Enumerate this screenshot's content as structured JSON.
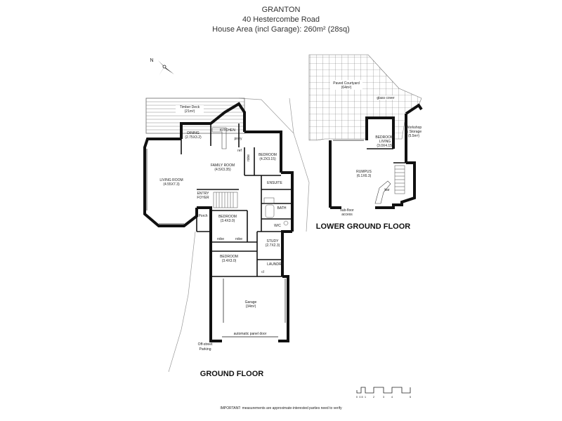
{
  "header": {
    "suburb": "GRANTON",
    "address": "40 Hestercombe Road",
    "area": "House Area (incl Garage): 260m² (28sq)"
  },
  "compass": {
    "label": "N"
  },
  "ground_floor": {
    "title": "GROUND FLOOR",
    "timber_deck": {
      "name": "Timber Deck",
      "size": "(21m²)"
    },
    "dining": {
      "name": "DINING",
      "size": "(2.75X3.2)"
    },
    "kitchen": {
      "name": "KITCHEN"
    },
    "pntry": "pntry",
    "ref": "ref",
    "robe_master": "robe",
    "bedroom_master": {
      "name": "BEDROOM",
      "size": "(4.2X3.15)"
    },
    "family_room": {
      "name": "FAMILY ROOM",
      "size": "(4.5X3.35)"
    },
    "living_room": {
      "name": "LIVING ROOM",
      "size": "(4.55X7.3)"
    },
    "entry_foyer": {
      "line1": "ENTRY",
      "line2": "FOYER"
    },
    "ensuite": "ENSUITE",
    "bath": "BATH",
    "wc": "W/C",
    "porch": "Porch",
    "bedroom_2": {
      "name": "BEDROOM",
      "size": "(3.4X3.0)"
    },
    "robe_a": "robe",
    "robe_b": "robe",
    "study": {
      "name": "STUDY",
      "size": "(2.7X2.3)"
    },
    "bedroom_3": {
      "name": "BEDROOM",
      "size": "(3.4X3.0)"
    },
    "laundry": "LAUNDRY",
    "cl": "cl",
    "garage": {
      "name": "Garage",
      "size": "(34m²)"
    },
    "garage_door": "automatic panel door",
    "parking": {
      "line1": "Off-street",
      "line2": "Parking"
    }
  },
  "lower_floor": {
    "title": "LOWER GROUND FLOOR",
    "courtyard": {
      "name": "Paved Courtyard",
      "size": "(64m²)"
    },
    "glass_cover": "glass cover",
    "bedroom_living": {
      "line1": "BEDROOM/",
      "line2": "LIVING",
      "size": "(3.0X4.15)"
    },
    "workshop": {
      "line1": "Workshop",
      "line2": "& Storage",
      "size": "(5.5m²)"
    },
    "rumpus": {
      "name": "RUMPUS",
      "size": "(6.1X6.3)"
    },
    "bar": "bar",
    "subfloor": {
      "line1": "sub-floor",
      "line2": "access"
    }
  },
  "scale_bar": {
    "ticks": [
      "0",
      "0.5",
      "1",
      "2",
      "3",
      "4",
      "5"
    ]
  },
  "footer": {
    "important": "IMPORTANT: measurements are approximate-interested parties need to verify"
  }
}
